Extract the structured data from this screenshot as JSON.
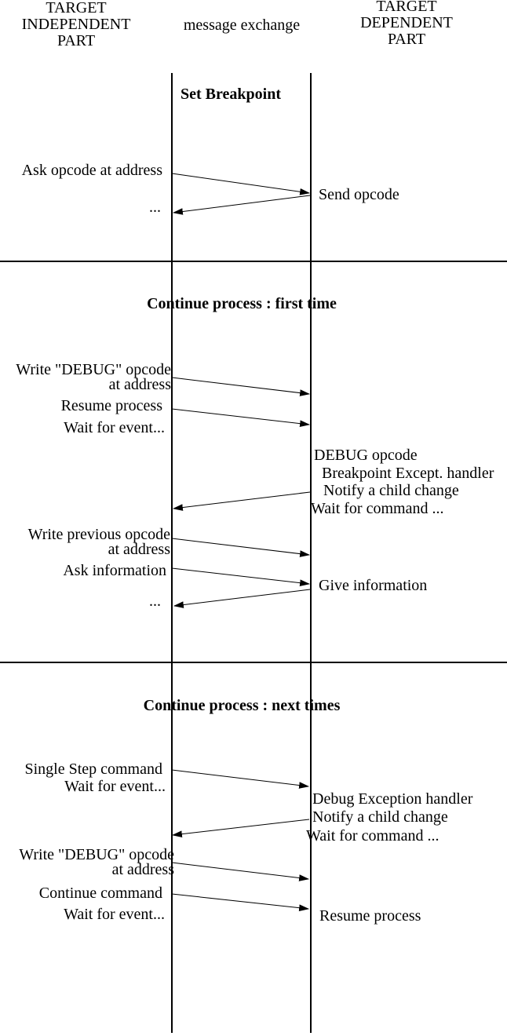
{
  "header": {
    "left": "TARGET\nINDEPENDENT\nPART",
    "center": "message exchange",
    "right": "TARGET\nDEPENDENT\nPART"
  },
  "set_breakpoint": {
    "title": "Set Breakpoint",
    "ask_opcode": "Ask opcode at address",
    "ellipsis": "...",
    "send_opcode": "Send opcode"
  },
  "first_time": {
    "title": "Continue process : first time",
    "write_debug_opcode": "Write \"DEBUG\" opcode\nat address",
    "resume_process": "Resume process",
    "wait_for_event": "Wait for event...",
    "handler_block": [
      "DEBUG opcode",
      "Breakpoint Except. handler",
      "Notify a child change",
      "Wait for command ..."
    ],
    "write_previous_opcode": "Write previous opcode\nat address",
    "ask_information": "Ask information",
    "ellipsis": "...",
    "give_information": "Give information"
  },
  "next_times": {
    "title": "Continue process : next times",
    "single_step_command": "Single Step command",
    "wait_for_event_1": "Wait for event...",
    "handler_block": [
      "Debug Exception handler",
      "Notify a child change",
      "Wait for command ..."
    ],
    "write_debug_opcode": "Write \"DEBUG\" opcode\nat address",
    "continue_command": "Continue command",
    "wait_for_event_2": "Wait for event...",
    "resume_process": "Resume process"
  }
}
